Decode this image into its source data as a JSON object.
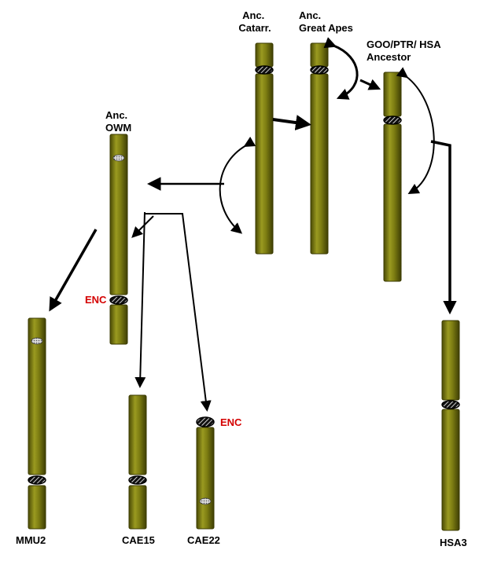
{
  "chromosomes": [
    {
      "id": "anc-catarr",
      "label_lines": [
        "Anc.",
        "Catarr."
      ]
    },
    {
      "id": "anc-great-apes",
      "label_lines": [
        "Anc.",
        "Great Apes"
      ]
    },
    {
      "id": "goo-ptr-hsa",
      "label_lines": [
        "GOO/PTR/ HSA",
        "Ancestor"
      ]
    },
    {
      "id": "anc-owm",
      "label_lines": [
        "Anc.",
        "OWM"
      ]
    },
    {
      "id": "mmu2",
      "label_lines": [
        "MMU2"
      ]
    },
    {
      "id": "cae15",
      "label_lines": [
        "CAE15"
      ]
    },
    {
      "id": "cae22",
      "label_lines": [
        "CAE22"
      ]
    },
    {
      "id": "hsa3",
      "label_lines": [
        "HSA3"
      ]
    }
  ],
  "enc_labels": [
    "ENC",
    "ENC"
  ],
  "colors": {
    "chromosome_fill": "#7a7a10",
    "chromosome_edge": "#3a3a00",
    "centromere": "#111111",
    "enc_text": "#d40000",
    "arrow": "#000000"
  }
}
